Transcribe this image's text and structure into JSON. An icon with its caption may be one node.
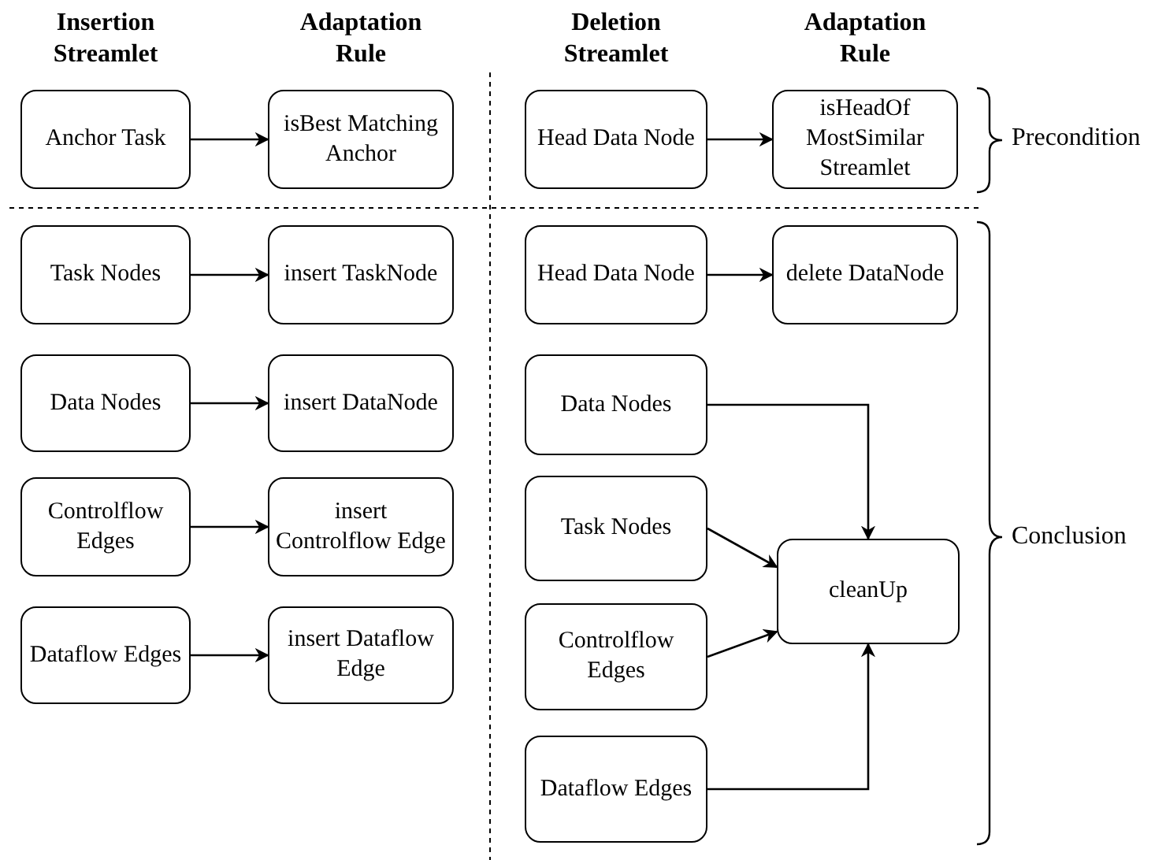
{
  "diagram": {
    "nodes": [
      {
        "text": [
          "Anchor Task"
        ]
      },
      {
        "text": [
          "isBest Matching Anchor"
        ]
      },
      {
        "text": [
          "Head Data Node"
        ]
      },
      {
        "text": [
          "isHeadOf MostSimilar Streamlet"
        ]
      },
      {
        "text": [
          "Task Nodes"
        ]
      },
      {
        "text": [
          "insert TaskNode"
        ]
      },
      {
        "text": [
          "Head Data Node"
        ]
      },
      {
        "text": [
          "delete DataNode"
        ]
      },
      {
        "text": [
          "Data Nodes"
        ]
      },
      {
        "text": [
          "insert DataNode"
        ]
      },
      {
        "text": [
          "Data Nodes"
        ]
      },
      {
        "text": [
          "Controlflow Edges"
        ]
      },
      {
        "text": [
          "insert Controlflow Edge"
        ]
      },
      {
        "text": [
          "Task Nodes"
        ]
      },
      {
        "text": [
          "Controlflow Edges"
        ]
      },
      {
        "text": [
          "cleanUp"
        ]
      },
      {
        "text": [
          "Dataflow Edges"
        ]
      },
      {
        "text": [
          "insert Dataflow Edge"
        ]
      },
      {
        "text": [
          "Dataflow Edges"
        ]
      }
    ],
    "edges": [
      {
        "from": 0,
        "to": 1,
        "arrow": "to"
      },
      {
        "from": 2,
        "to": 3,
        "arrow": "to"
      },
      {
        "from": 4,
        "to": 5,
        "arrow": "to"
      },
      {
        "from": 6,
        "to": 7,
        "arrow": "to"
      },
      {
        "from": 8,
        "to": 9,
        "arrow": "to"
      },
      {
        "from": 10,
        "to": 15,
        "arrow": "to"
      },
      {
        "from": 11,
        "to": 12,
        "arrow": "to"
      },
      {
        "from": 13,
        "to": 15,
        "arrow": "to"
      },
      {
        "from": 14,
        "to": 15,
        "arrow": "to"
      },
      {
        "from": 16,
        "to": 17,
        "arrow": "to"
      },
      {
        "from": 18,
        "to": 15,
        "arrow": "to"
      }
    ],
    "labels": [
      "Insertion Streamlet",
      "Adaptation Rule",
      "Deletion Streamlet",
      "Adaptation Rule",
      "Precondition",
      "Conclusion"
    ]
  }
}
